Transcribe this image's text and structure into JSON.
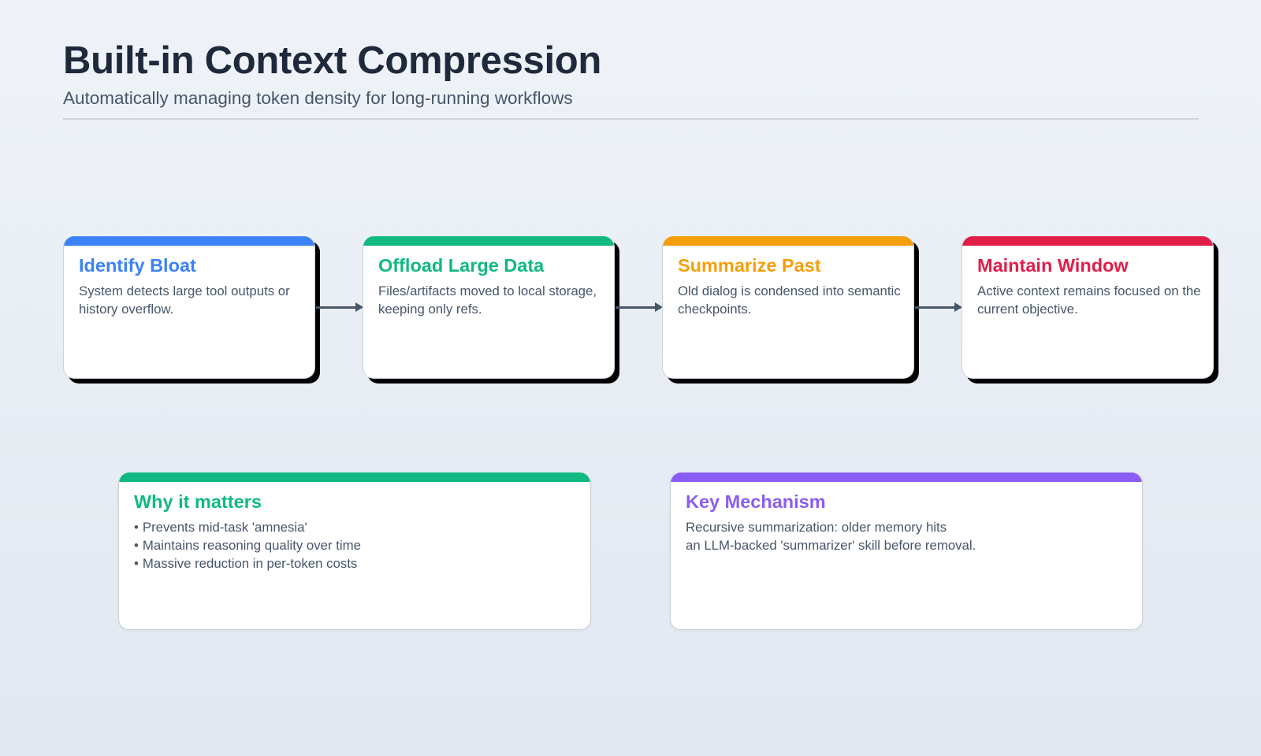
{
  "header": {
    "title": "Built-in Context Compression",
    "subtitle": "Automatically managing token density for long-running workflows"
  },
  "steps": [
    {
      "title": "Identify Bloat",
      "description": "System detects large tool outputs or history overflow.",
      "color": "#3b82f6"
    },
    {
      "title": "Offload Large Data",
      "description": "Files/artifacts moved to local storage, keeping only refs.",
      "color": "#10b981"
    },
    {
      "title": "Summarize Past",
      "description": "Old dialog is condensed into semantic checkpoints.",
      "color": "#f59e0b"
    },
    {
      "title": "Maintain Window",
      "description": "Active context remains focused on the current objective.",
      "color": "#e11d48"
    }
  ],
  "why_it_matters": {
    "title": "Why it matters",
    "color": "#10b981",
    "bullets": [
      "Prevents mid-task 'amnesia'",
      "Maintains reasoning quality over time",
      "Massive reduction in per-token costs"
    ]
  },
  "key_mechanism": {
    "title": "Key Mechanism",
    "color": "#8b5cf6",
    "lines": [
      "Recursive summarization: older memory hits",
      "an LLM-backed 'summarizer' skill before removal."
    ]
  },
  "colors": {
    "title_text": "#1e293b",
    "body_text": "#475569",
    "arrow": "#475569"
  }
}
